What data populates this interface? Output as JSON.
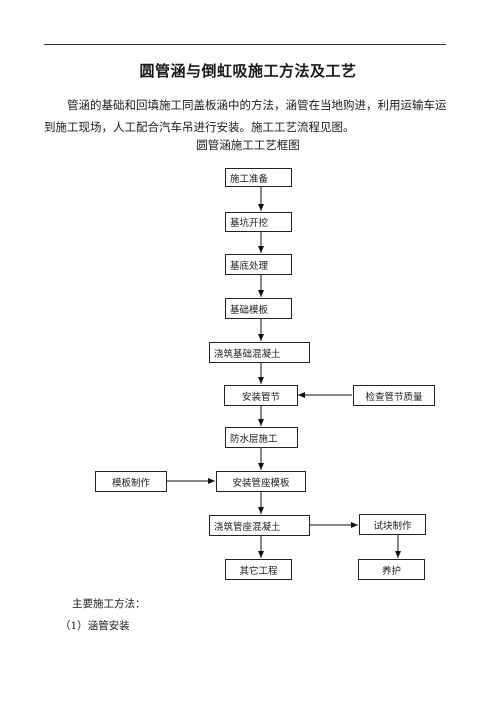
{
  "document": {
    "title": "圆管涵与倒虹吸施工方法及工艺",
    "intro": "管涵的基础和回填施工同盖板涵中的方法，涵管在当地购进，利用运输车运到施工现场，人工配合汽车吊进行安装。施工工艺流程见图。",
    "figure_caption": "圆管涵施工工艺框图",
    "main_methods_heading": "主要施工方法：",
    "item_1": "（1）涵管安装"
  },
  "flowchart": {
    "step_1": "施工准备",
    "step_2": "基坑开挖",
    "step_3": "基底处理",
    "step_4": "基础模板",
    "step_5": "浇筑基础混凝土",
    "step_6": "安装管节",
    "step_7": "防水层施工",
    "step_8": "安装管座模板",
    "step_9": "浇筑管座混凝土",
    "step_10": "其它工程",
    "side_inspect": "检查管节质量",
    "side_formwork": "模板制作",
    "side_test_block": "试块制作",
    "side_curing": "养护"
  }
}
